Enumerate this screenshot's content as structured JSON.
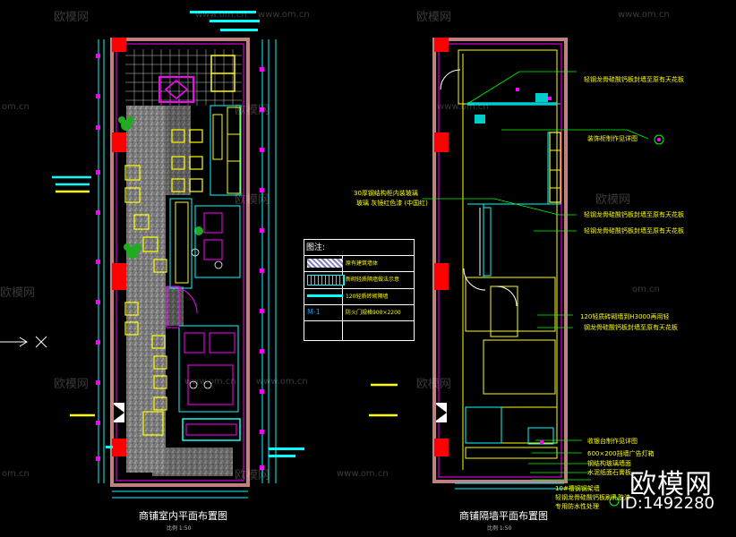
{
  "watermark": {
    "brand": "欧模网",
    "url": "www.om.cn",
    "url_short": "om.cn"
  },
  "plans": {
    "left_title": "商铺室内平面布置图",
    "left_scale": "比例 1:50",
    "right_title": "商铺隔墙平面布置图",
    "right_scale": "比例 1:50"
  },
  "legend": {
    "title": "图注:",
    "rows": [
      "原有建筑墙体",
      "新砌轻质隔墙做法示意",
      "120轻质砖砌隔墙",
      "防火门规格900×2200"
    ],
    "door_code": "M-1"
  },
  "annotations": [
    "轻钢龙骨硅酸钙板封墙至原有天花板",
    "装饰柜制作见详图",
    "30厚钢结构柜内装玻璃",
    "玻璃 灰镜红色漆 (中国红)",
    "轻钢龙骨硅酸钙板封墙至原有天花板",
    "轻钢龙骨硅酸钙板封墙至原有天花板",
    "120轻质砖砌墙到H3000再用轻",
    "钢龙骨硅酸钙板封墙至原有天花板",
    "收银台制作见详图",
    "600×200挡墙广告灯箱",
    "钢结构玻璃墙面",
    "水泥纸面石膏板",
    "10#槽钢钢架墙",
    "轻钢龙骨硅酸钙板刷乳胶漆",
    "专用防水性处理"
  ],
  "brand_badge": {
    "name": "欧模网",
    "id": "ID:1492280"
  }
}
